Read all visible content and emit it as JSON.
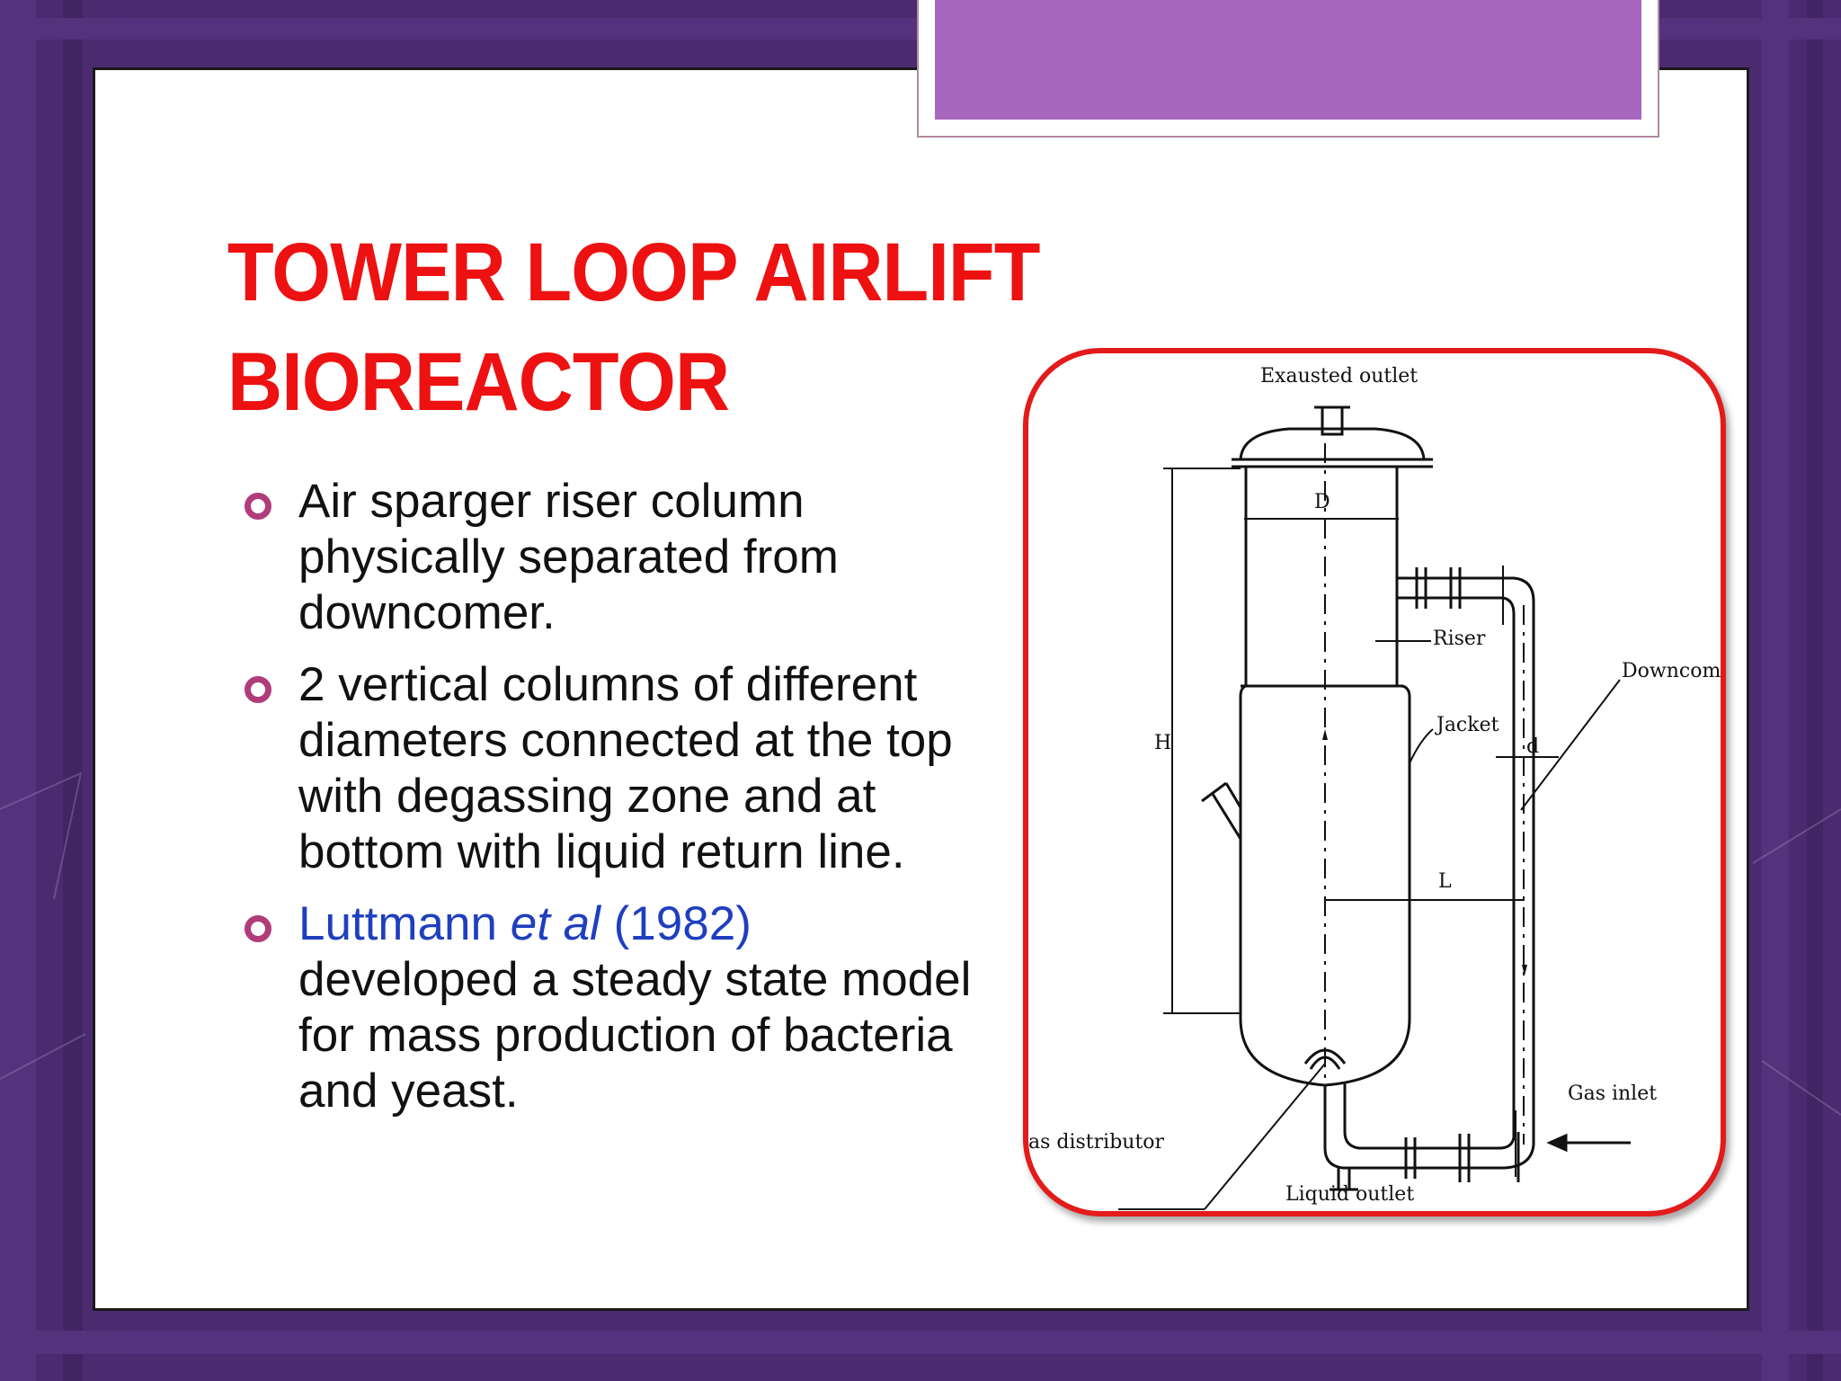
{
  "slide": {
    "title_line1": "TOWER LOOP AIRLIFT",
    "title_line2": "BIOREACTOR",
    "bullets": [
      {
        "text": "Air sparger riser column physically separated from downcomer."
      },
      {
        "text": "2 vertical columns of different diameters connected at the top with degassing zone and at bottom with liquid return line."
      },
      {
        "cite_name": "Luttmann",
        "cite_etal": "et al",
        "cite_year": "(1982)",
        "text": "developed a steady state model for mass production of bacteria and yeast."
      }
    ]
  },
  "diagram": {
    "labels": {
      "exhausted_outlet": "Exausted outlet",
      "riser": "Riser",
      "jacket": "Jacket",
      "downcomer": "Downcomer",
      "gas_inlet": "Gas inlet",
      "gas_distributor": "as distributor",
      "liquid_outlet": "Liquid outlet",
      "dim_D": "D",
      "dim_H": "H",
      "dim_d": "d",
      "dim_L": "L"
    }
  },
  "colors": {
    "title": "#ee1111",
    "bullet": "#b03c7a",
    "citation": "#1f3fbf",
    "frame": "#e31b1b",
    "tab": "#a867be"
  }
}
